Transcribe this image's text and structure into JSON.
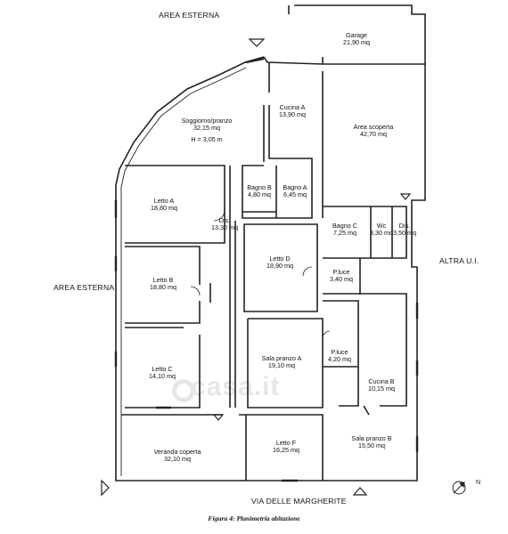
{
  "labels": {
    "area_esterna_top": "AREA ESTERNA",
    "area_esterna_left": "AREA ESTERNA",
    "altra_ui": "ALTRA U.I.",
    "via": "VIA DELLE MARGHERITE",
    "north": "N",
    "caption": "Figura 4: Planimetria abitazione",
    "watermark": "casa.it"
  },
  "rooms": {
    "garage": {
      "name": "Garage",
      "area": "21,90 mq"
    },
    "soggiorno": {
      "name": "Soggiorno/pranzo",
      "area": "32,15 mq",
      "height": "H = 3,05 m"
    },
    "cucina_a": {
      "name": "Cucina A",
      "area": "13,90 mq"
    },
    "area_scoperta": {
      "name": "Area scoperta",
      "area": "42,70 mq"
    },
    "bagno_b": {
      "name": "Bagno B",
      "area": "4,80 mq"
    },
    "bagno_a": {
      "name": "Bagno A",
      "area": "6,45 mq"
    },
    "letto_a": {
      "name": "Letto A",
      "area": "18,80 mq"
    },
    "dis_1": {
      "name": "Dis.",
      "area": "13,30 mq"
    },
    "bagno_c": {
      "name": "Bagno C",
      "area": "7,25 mq"
    },
    "wc": {
      "name": "Wc",
      "area": "3,30 mq"
    },
    "dis_2": {
      "name": "Dis.",
      "area": "3,50 mq"
    },
    "letto_d": {
      "name": "Letto D",
      "area": "18,90 mq"
    },
    "pluce_1": {
      "name": "P.luce",
      "area": "3,40 mq"
    },
    "letto_b": {
      "name": "Letto B",
      "area": "18,80 mq"
    },
    "sala_pranzo_a": {
      "name": "Sala pranzo A",
      "area": "19,10 mq"
    },
    "pluce_2": {
      "name": "P.luce",
      "area": "4,20 mq"
    },
    "letto_c": {
      "name": "Letto C",
      "area": "14,10 mq"
    },
    "cucina_b": {
      "name": "Cucina B",
      "area": "10,15 mq"
    },
    "veranda": {
      "name": "Veranda coperta",
      "area": "32,10 mq"
    },
    "letto_f": {
      "name": "Letto F",
      "area": "16,25 mq"
    },
    "sala_pranzo_b": {
      "name": "Sala pranzo B",
      "area": "15,50 mq"
    }
  }
}
